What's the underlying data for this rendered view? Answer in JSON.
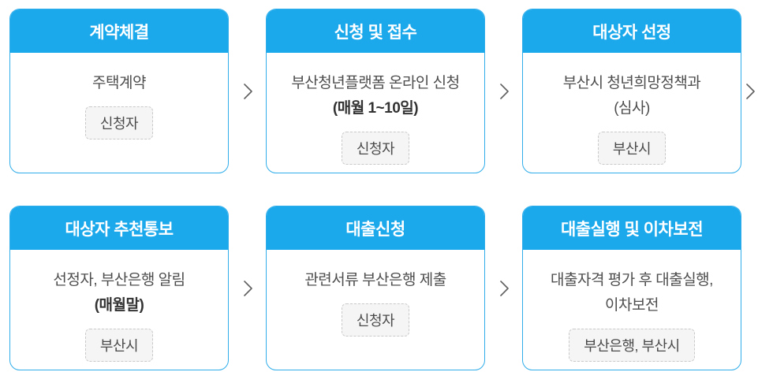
{
  "theme": {
    "header_bg": "#1ca9ec",
    "card_border": "#2fadea",
    "header_text": "#ffffff",
    "body_text": "#4d4d4d",
    "badge_bg": "#f5f5f5",
    "badge_border": "#c9c9c9",
    "chevron_color": "#5f5f5f"
  },
  "flow": {
    "rows": [
      {
        "steps": [
          {
            "title": "계약체결",
            "lines": [
              {
                "text": "주택계약",
                "bold": false
              }
            ],
            "badge": "신청자",
            "chevron_after": true
          },
          {
            "title": "신청 및 접수",
            "lines": [
              {
                "text": "부산청년플랫폼 온라인 신청",
                "bold": false
              },
              {
                "text": "(매월 1~10일)",
                "bold": true
              }
            ],
            "badge": "신청자",
            "chevron_after": true
          },
          {
            "title": "대상자 선정",
            "lines": [
              {
                "text": "부산시 청년희망정책과",
                "bold": false
              },
              {
                "text": "(심사)",
                "bold": false
              }
            ],
            "badge": "부산시",
            "chevron_after": true
          }
        ]
      },
      {
        "steps": [
          {
            "title": "대상자 추천통보",
            "lines": [
              {
                "text": "선정자, 부산은행 알림",
                "bold": false
              },
              {
                "text": "(매월말)",
                "bold": true
              }
            ],
            "badge": "부산시",
            "chevron_after": true
          },
          {
            "title": "대출신청",
            "lines": [
              {
                "text": "관련서류 부산은행 제출",
                "bold": false
              }
            ],
            "badge": "신청자",
            "chevron_after": true
          },
          {
            "title": "대출실행 및 이차보전",
            "lines": [
              {
                "text": "대출자격 평가 후 대출실행,",
                "bold": false
              },
              {
                "text": "이차보전",
                "bold": false
              }
            ],
            "badge": "부산은행, 부산시",
            "chevron_after": false
          }
        ]
      }
    ]
  }
}
